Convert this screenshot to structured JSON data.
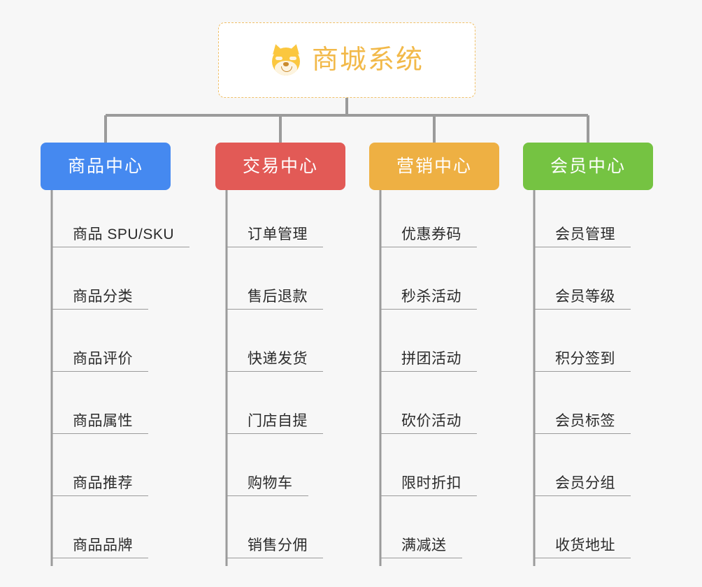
{
  "page": {
    "background_color": "#f7f7f7",
    "line_color": "#9b9b9b"
  },
  "root": {
    "title": "商城系统",
    "icon": "shiba-dog-face-icon",
    "text_color": "#f2b949",
    "border_color": "#f0c068",
    "background_color": "#ffffff"
  },
  "branches": [
    {
      "label": "商品中心",
      "color": "#4589f0",
      "items": [
        "商品 SPU/SKU",
        "商品分类",
        "商品评价",
        "商品属性",
        "商品推荐",
        "商品品牌"
      ]
    },
    {
      "label": "交易中心",
      "color": "#e25a56",
      "items": [
        "订单管理",
        "售后退款",
        "快递发货",
        "门店自提",
        "购物车",
        "销售分佣"
      ]
    },
    {
      "label": "营销中心",
      "color": "#eeb043",
      "items": [
        "优惠券码",
        "秒杀活动",
        "拼团活动",
        "砍价活动",
        "限时折扣",
        "满减送"
      ]
    },
    {
      "label": "会员中心",
      "color": "#75c342",
      "items": [
        "会员管理",
        "会员等级",
        "积分签到",
        "会员标签",
        "会员分组",
        "收货地址"
      ]
    }
  ]
}
